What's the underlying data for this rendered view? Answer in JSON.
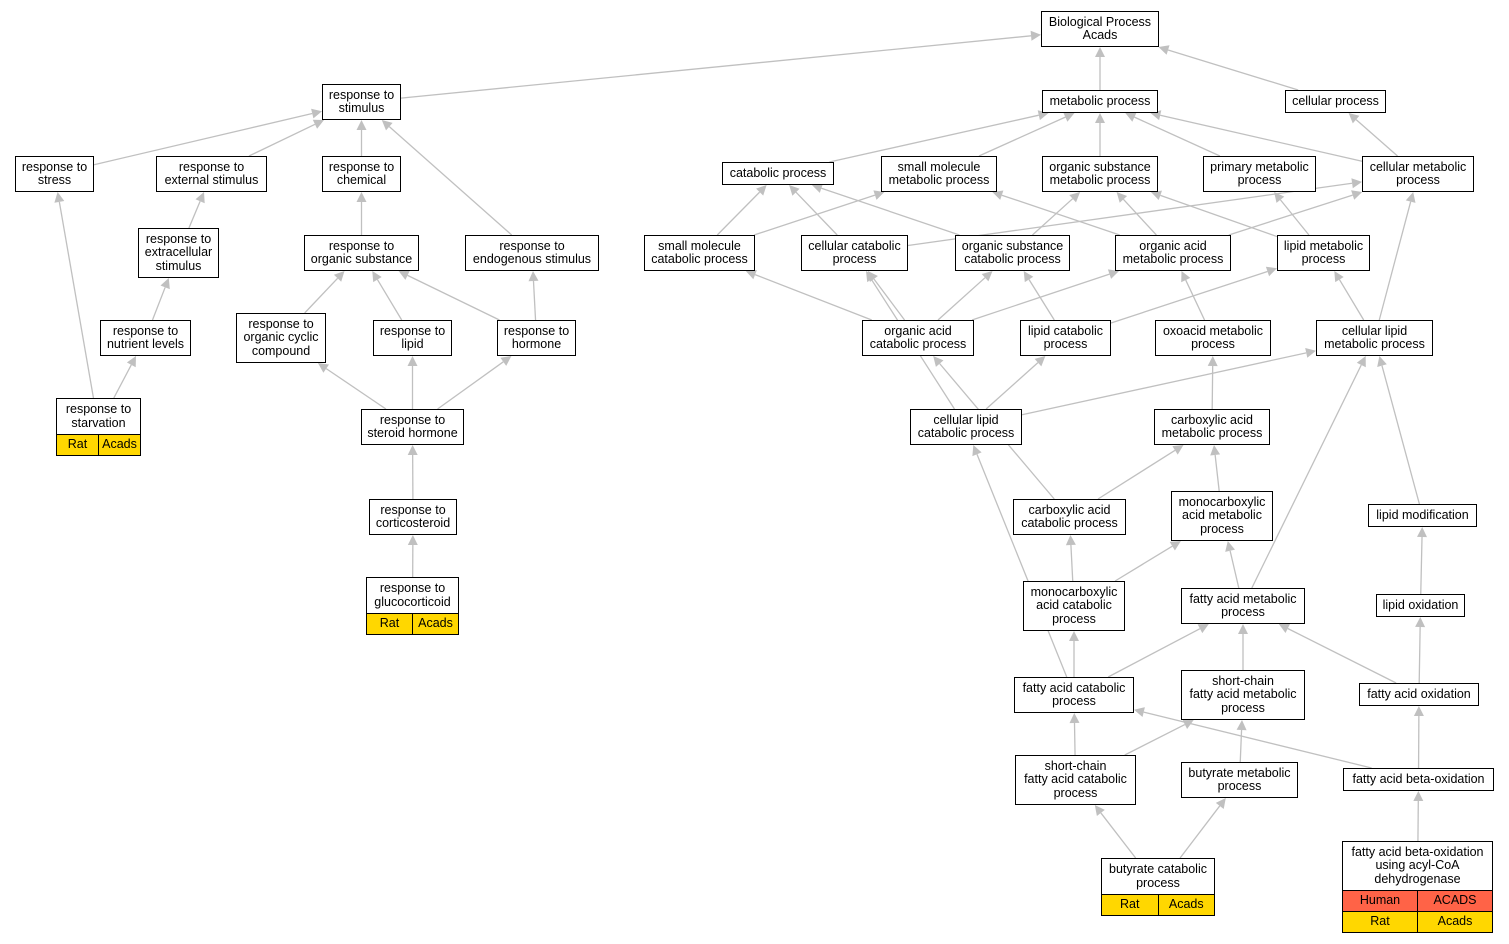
{
  "colors": {
    "edge": "#c0c0c0",
    "rat": "#ffd700",
    "human": "#ff6347",
    "border": "#000000"
  },
  "nodes": {
    "bp": "Biological Process\nAcads",
    "metabolic": "metabolic process",
    "cellular": "cellular process",
    "stimulus": "response to\nstimulus",
    "stress": "response to\nstress",
    "external": "response to\nexternal stimulus",
    "chemical": "response to\nchemical",
    "extracellular": "response to\nextracellular\nstimulus",
    "orgsubst": "response to\norganic substance",
    "endogenous": "response to\nendogenous stimulus",
    "nutrient": "response to\nnutrient levels",
    "orgcyclic": "response to\norganic cyclic\ncompound",
    "lipid_resp": "response to\nlipid",
    "hormone": "response to\nhormone",
    "starvation": "response to\nstarvation",
    "steroid": "response to\nsteroid hormone",
    "corticosteroid": "response to\ncorticosteroid",
    "glucocorticoid": "response to\nglucocorticoid",
    "catabolic": "catabolic process",
    "smallmol": "small molecule\nmetabolic process",
    "orgsubmet": "organic substance\nmetabolic process",
    "primary": "primary metabolic\nprocess",
    "cellmet": "cellular metabolic\nprocess",
    "smcat": "small molecule\ncatabolic process",
    "cellcat": "cellular catabolic\nprocess",
    "oscat": "organic substance\ncatabolic process",
    "oamet": "organic acid\nmetabolic process",
    "lipidmet": "lipid metabolic\nprocess",
    "oacat": "organic acid\ncatabolic process",
    "lipidcat": "lipid catabolic\nprocess",
    "oxoacid": "oxoacid metabolic\nprocess",
    "celllipidmet": "cellular lipid\nmetabolic process",
    "celllipidcat": "cellular lipid\ncatabolic process",
    "carbmet": "carboxylic acid\nmetabolic process",
    "carbcat": "carboxylic acid\ncatabolic process",
    "monomet": "monocarboxylic\nacid metabolic\nprocess",
    "lipidmod": "lipid modification",
    "monocat": "monocarboxylic\nacid catabolic\nprocess",
    "famet": "fatty acid metabolic\nprocess",
    "lipidox": "lipid oxidation",
    "facat": "fatty acid catabolic\nprocess",
    "scfamet": "short-chain\nfatty acid metabolic\nprocess",
    "faox": "fatty acid oxidation",
    "scfacat": "short-chain\nfatty acid catabolic\nprocess",
    "butmet": "butyrate metabolic\nprocess",
    "fabox": "fatty acid beta-oxidation",
    "butcat": "butyrate catabolic\nprocess",
    "faboxacyl": "fatty acid beta-oxidation\nusing acyl-CoA\ndehydrogenase"
  },
  "annotations": {
    "starvation": [
      {
        "species": "Rat",
        "gene": "Acads",
        "color": "#ffd700"
      }
    ],
    "glucocorticoid": [
      {
        "species": "Rat",
        "gene": "Acads",
        "color": "#ffd700"
      }
    ],
    "butcat": [
      {
        "species": "Rat",
        "gene": "Acads",
        "color": "#ffd700"
      }
    ],
    "faboxacyl": [
      {
        "species": "Human",
        "gene": "ACADS",
        "color": "#ff6347"
      },
      {
        "species": "Rat",
        "gene": "Acads",
        "color": "#ffd700"
      }
    ]
  },
  "edges": [
    [
      "metabolic",
      "bp"
    ],
    [
      "cellular",
      "bp"
    ],
    [
      "stimulus",
      "bp"
    ],
    [
      "stress",
      "stimulus"
    ],
    [
      "external",
      "stimulus"
    ],
    [
      "chemical",
      "stimulus"
    ],
    [
      "endogenous",
      "stimulus"
    ],
    [
      "extracellular",
      "external"
    ],
    [
      "orgsubst",
      "chemical"
    ],
    [
      "nutrient",
      "extracellular"
    ],
    [
      "starvation",
      "nutrient"
    ],
    [
      "starvation",
      "stress"
    ],
    [
      "orgcyclic",
      "orgsubst"
    ],
    [
      "lipid_resp",
      "orgsubst"
    ],
    [
      "hormone",
      "orgsubst"
    ],
    [
      "hormone",
      "endogenous"
    ],
    [
      "steroid",
      "orgcyclic"
    ],
    [
      "steroid",
      "lipid_resp"
    ],
    [
      "steroid",
      "hormone"
    ],
    [
      "corticosteroid",
      "steroid"
    ],
    [
      "glucocorticoid",
      "corticosteroid"
    ],
    [
      "catabolic",
      "metabolic"
    ],
    [
      "smallmol",
      "metabolic"
    ],
    [
      "orgsubmet",
      "metabolic"
    ],
    [
      "primary",
      "metabolic"
    ],
    [
      "cellmet",
      "metabolic"
    ],
    [
      "cellmet",
      "cellular"
    ],
    [
      "smcat",
      "catabolic"
    ],
    [
      "smcat",
      "smallmol"
    ],
    [
      "cellcat",
      "catabolic"
    ],
    [
      "cellcat",
      "cellmet"
    ],
    [
      "oscat",
      "catabolic"
    ],
    [
      "oscat",
      "orgsubmet"
    ],
    [
      "oamet",
      "smallmol"
    ],
    [
      "oamet",
      "orgsubmet"
    ],
    [
      "oamet",
      "cellmet"
    ],
    [
      "lipidmet",
      "primary"
    ],
    [
      "lipidmet",
      "orgsubmet"
    ],
    [
      "oacat",
      "smcat"
    ],
    [
      "oacat",
      "cellcat"
    ],
    [
      "oacat",
      "oscat"
    ],
    [
      "oacat",
      "oamet"
    ],
    [
      "lipidcat",
      "oscat"
    ],
    [
      "lipidcat",
      "lipidmet"
    ],
    [
      "oxoacid",
      "oamet"
    ],
    [
      "celllipidmet",
      "lipidmet"
    ],
    [
      "celllipidmet",
      "cellmet"
    ],
    [
      "celllipidcat",
      "cellcat"
    ],
    [
      "celllipidcat",
      "lipidcat"
    ],
    [
      "celllipidcat",
      "celllipidmet"
    ],
    [
      "carbmet",
      "oxoacid"
    ],
    [
      "carbcat",
      "carbmet"
    ],
    [
      "carbcat",
      "oacat"
    ],
    [
      "monomet",
      "carbmet"
    ],
    [
      "lipidmod",
      "celllipidmet"
    ],
    [
      "monocat",
      "carbcat"
    ],
    [
      "monocat",
      "monomet"
    ],
    [
      "famet",
      "monomet"
    ],
    [
      "famet",
      "celllipidmet"
    ],
    [
      "lipidox",
      "lipidmod"
    ],
    [
      "facat",
      "monocat"
    ],
    [
      "facat",
      "famet"
    ],
    [
      "facat",
      "celllipidcat"
    ],
    [
      "scfamet",
      "famet"
    ],
    [
      "faox",
      "famet"
    ],
    [
      "faox",
      "lipidox"
    ],
    [
      "scfacat",
      "facat"
    ],
    [
      "scfacat",
      "scfamet"
    ],
    [
      "butmet",
      "scfamet"
    ],
    [
      "fabox",
      "faox"
    ],
    [
      "fabox",
      "facat"
    ],
    [
      "butcat",
      "scfacat"
    ],
    [
      "butcat",
      "butmet"
    ],
    [
      "faboxacyl",
      "fabox"
    ]
  ]
}
